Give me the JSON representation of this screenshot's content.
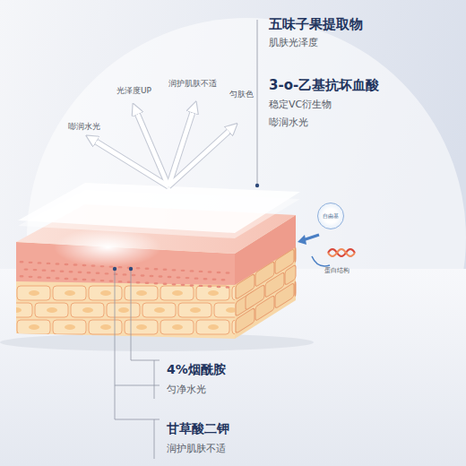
{
  "diagram": {
    "nodes": [
      {
        "text": [
          "自由基"
        ]
      }
    ],
    "labels": [
      "五味子果提取物",
      "肌肤光泽度",
      "光泽度UP",
      "润护肌肤不适",
      "匀肤色",
      "嘭润水光",
      "3-o-乙基抗坏血酸",
      "稳定VC衍生物",
      "嘭润水光",
      "蛋白结构",
      "4%烟酰胺",
      "匀净水光",
      "甘草酸二钾",
      "润护肌肤不适"
    ]
  }
}
